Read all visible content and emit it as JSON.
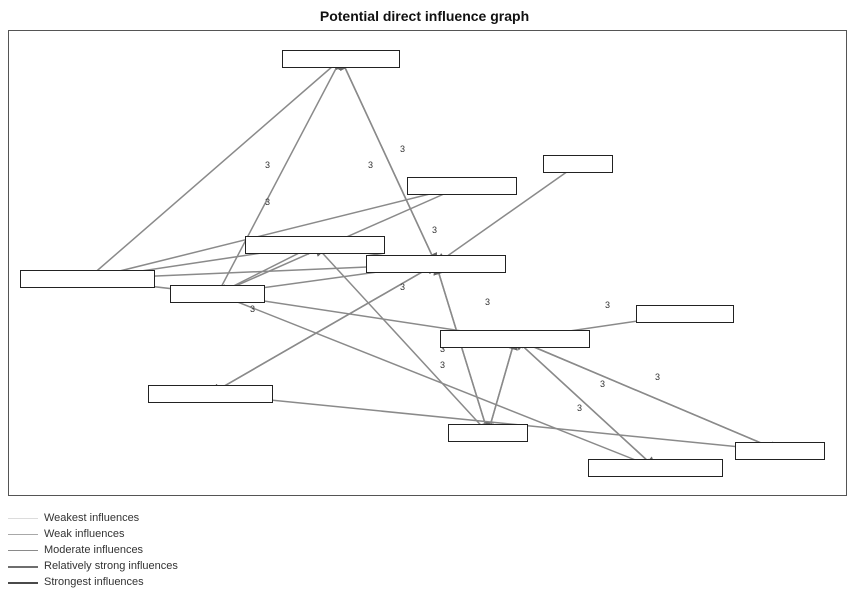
{
  "title": "Potential direct influence graph",
  "edge_weight_label": "3",
  "nodes": [
    {
      "id": "n1",
      "label": ""
    },
    {
      "id": "n2",
      "label": ""
    },
    {
      "id": "n3",
      "label": ""
    },
    {
      "id": "n4",
      "label": ""
    },
    {
      "id": "n5",
      "label": ""
    },
    {
      "id": "n6",
      "label": ""
    },
    {
      "id": "n7",
      "label": ""
    },
    {
      "id": "n8",
      "label": ""
    },
    {
      "id": "n9",
      "label": ""
    },
    {
      "id": "n10",
      "label": ""
    },
    {
      "id": "n11",
      "label": ""
    },
    {
      "id": "n12",
      "label": ""
    },
    {
      "id": "n13",
      "label": ""
    }
  ],
  "legend": [
    {
      "label": "Weakest influences",
      "color": "#dcdcdc"
    },
    {
      "label": "Weak influences",
      "color": "#a8a8a8"
    },
    {
      "label": "Moderate influences",
      "color": "#8a8a8a"
    },
    {
      "label": "Relatively strong influences",
      "color": "#6e6e6e"
    },
    {
      "label": "Strongest influences",
      "color": "#4a4a4a"
    }
  ],
  "colors": {
    "edge": "#8a8a8a",
    "node_border": "#222222"
  }
}
